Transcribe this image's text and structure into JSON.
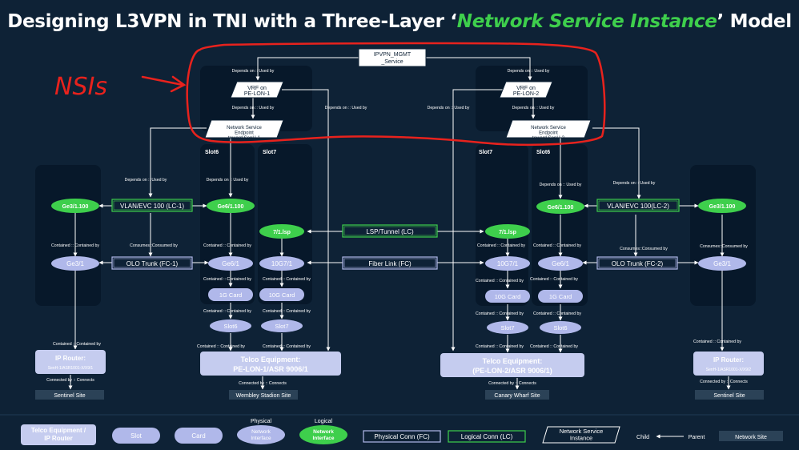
{
  "title": {
    "prefix": "Designing L3VPN in TNI with a Three-Layer ‘",
    "highlight": "Network Service Instance",
    "suffix": "’ Model"
  },
  "annotation": "NSIs",
  "colors": {
    "background": "#0e2236",
    "panel": "#07182a",
    "physical_fill": "#b0b8ea",
    "logical_fill": "#3ecf4c",
    "equipment_fill": "#c5ccef",
    "annotation_red": "#e8221d",
    "connector": "#ffffff"
  },
  "nsi": {
    "service": "IPVPN_MGMT _Service",
    "vrf_left": "VRF on PE-LON-1",
    "vrf_right": "VRF on PE-LON-2",
    "nse_left": "Network Service Endpoint toward SenH-1",
    "nse_right": "Network Service Endpoint toward SenH-2"
  },
  "slots": {
    "slot6_left": "Slot6",
    "slot7_left": "Slot7",
    "slot7_right": "Slot7",
    "slot6_right": "Slot6"
  },
  "logical": {
    "ge3_100_left": "Ge3/1.100",
    "ge6_100_left": "Ge6/1.100",
    "lsp_left": "7/1.lsp",
    "lsp_right": "7/1.lsp",
    "ge6_100_right": "Ge6/1.100",
    "ge3_100_right": "Ge3/1.100"
  },
  "physical": {
    "ge3_left": "Ge3/1",
    "ge6_left": "Ge6/1",
    "10g_left": "10G7/1",
    "10g_right": "10G7/1",
    "ge6_right": "Ge6/1",
    "ge3_right": "Ge3/1",
    "card_1g_left": "1G Card",
    "card_10g_left": "10G Card",
    "card_10g_right": "10G Card",
    "card_1g_right": "1G Card",
    "slot6_left_node": "Slot6",
    "slot7_left_node": "Slot7",
    "slot7_right_node": "Slot7",
    "slot6_right_node": "Slot6"
  },
  "connections": {
    "vlan_left": "VLAN/EVC 100 (LC-1)",
    "vlan_right": "VLAN/EVC 100(LC-2)",
    "lsp_tunnel": "LSP/Tunnel (LC)",
    "olo_left": "OLO Trunk (FC-1)",
    "fiber_link": "Fiber Link (FC)",
    "olo_right": "OLO Trunk (FC-2)"
  },
  "equipment": {
    "router_left_title": "IP Router:",
    "router_left_sub": "SenH-1/ASR1001-X/X9/1",
    "pe1_title": "Telco Equipment:",
    "pe1_sub": "PE-LON-1/ASR 9006/1",
    "pe2_title": "Telco Equipment:",
    "pe2_sub": "(PE-LON-2/ASR 9006/1)",
    "router_right_title": "IP Router:",
    "router_right_sub": "SenH-1/ASR1001-X/X9/2"
  },
  "sites": {
    "left": "Sentinel Site",
    "pe1": "Wembley Stadion Site",
    "pe2": "Canary Wharf Site",
    "right": "Sentinel Site"
  },
  "relations": {
    "depends": "Depends on :: Used by",
    "contained": "Contained :: Contained by",
    "consumes": "Consumes::Consumed by",
    "connected": "Connected by :: Connects"
  },
  "legend": {
    "equipment": "Telco Equipment / IP Router",
    "slot": "Slot",
    "card": "Card",
    "physical_caption": "Physical",
    "physical_iface": "Network Interface",
    "logical_caption": "Logical",
    "logical_iface": "Network Interface",
    "physical_conn": "Physical Conn (FC)",
    "logical_conn": "Logical Conn (LC)",
    "nsi": "Network Service Instance",
    "child": "Child",
    "parent": "Parent",
    "site": "Network Site"
  }
}
